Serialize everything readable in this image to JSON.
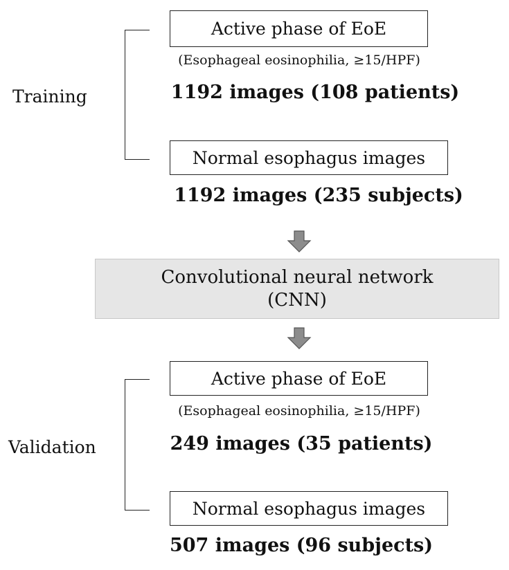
{
  "training": {
    "label": "Training",
    "eoe_box": "Active phase of EoE",
    "eoe_note": "(Esophageal eosinophilia, ≥15/HPF)",
    "eoe_count": "1192 images (108 patients)",
    "normal_box": "Normal esophagus images",
    "normal_count": "1192 images (235 subjects)"
  },
  "model": {
    "line1": "Convolutional neural network",
    "line2": "(CNN)"
  },
  "validation": {
    "label": "Validation",
    "eoe_box": "Active phase of EoE",
    "eoe_note": "(Esophageal eosinophilia, ≥15/HPF)",
    "eoe_count": "249 images (35 patients)",
    "normal_box": "Normal esophagus images",
    "normal_count": "507 images (96 subjects)"
  },
  "colors": {
    "arrow_fill": "#8c8c8c",
    "cnn_fill": "#e6e6e6"
  }
}
